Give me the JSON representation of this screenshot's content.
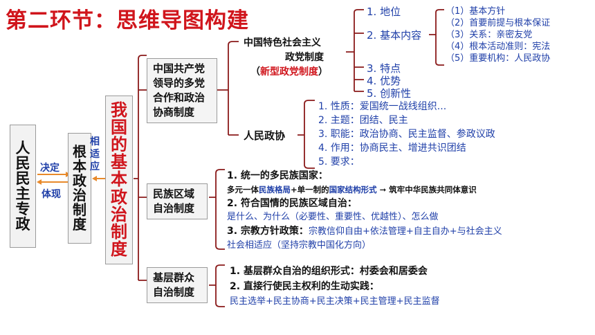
{
  "title": "第二环节：思维导图构建",
  "root": {
    "chars": [
      "人",
      "民",
      "民",
      "主",
      "专",
      "政"
    ]
  },
  "decide_label": "决定",
  "embody_label": "体现",
  "system": {
    "chars": [
      "根",
      "本",
      "政",
      "治",
      "制",
      "度"
    ]
  },
  "adapt": {
    "chars": [
      "相",
      "适",
      "应"
    ]
  },
  "basic": {
    "chars": [
      "我",
      "国",
      "的",
      "基",
      "本",
      "政",
      "治",
      "制",
      "度"
    ]
  },
  "cpc_box": {
    "lines": [
      "中国共产党",
      "领导的多党",
      "合作和政治",
      "协商制度"
    ]
  },
  "party": {
    "line1": "中国特色社会主义",
    "line2": "政党制度",
    "line3_open": "（",
    "line3_red": "新型政党制度",
    "line3_close": "）",
    "items": [
      "1. 地位",
      "2. 基本内容",
      "3. 特点",
      "4. 优势",
      "5. 创新性"
    ],
    "content": [
      "（1）基本方针",
      "（2）首要前提与根本保证",
      "（3）关系：亲密友党",
      "（4）根本活动准则：宪法",
      "（5）重要机构：人民政协"
    ]
  },
  "cppcc": {
    "label": "人民政协",
    "items": [
      "1. 性质：爱国统一战线组织...",
      "2. 主题：团结、民主",
      "3. 职能：政治协商、民主监督、参政议政",
      "4. 作用：协商民主、增进共识团结",
      "5. 要求："
    ]
  },
  "ethnic_box": {
    "lines": [
      "民族区域",
      "自治制度"
    ]
  },
  "ethnic": {
    "l1": "1. 统一的多民族国家：",
    "l2a": "多元一体",
    "l2b": "民族格局",
    "l2c": "+单一制的",
    "l2d": "国家结构形式",
    "l2e": " ➞ 筑牢中华民族共同体意识",
    "l3": "2. 符合国情的民族区域自治：",
    "l4": "是什么、为什么（必要性、重要性、优越性）、怎么做",
    "l5a": "3. 宗教方针政策：",
    "l5b": "宗教信仰自由+依法管理+自主自办+与社会主义",
    "l6": "社会相适应（坚持宗教中国化方向）"
  },
  "grassroots_box": {
    "lines": [
      "基层群众",
      "自治制度"
    ]
  },
  "grassroots": {
    "l1": "1. 基层群众自治的组织形式：村委会和居委会",
    "l2": "2. 直接行使民主权利的生动实践：",
    "l3": "民主选举+民主协商+民主决策+民主管理+民主监督"
  },
  "colors": {
    "red": "#d0151c",
    "blue": "#1f3fa8",
    "orange": "#e8892a",
    "line": "#8a1a1a",
    "box_border": "#9a9a9a"
  }
}
